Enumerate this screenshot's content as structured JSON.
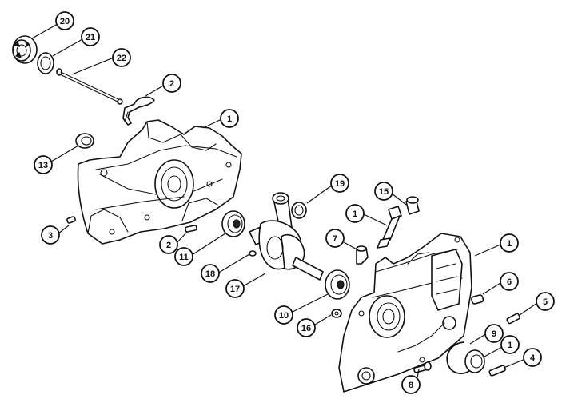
{
  "callouts": {
    "c20": "20",
    "c21": "21",
    "c22": "22",
    "c2a": "2",
    "c1a": "1",
    "c13": "13",
    "c19": "19",
    "c15": "15",
    "c1b": "1",
    "c3": "3",
    "c2b": "2",
    "c11": "11",
    "c7": "7",
    "c1c": "1",
    "c18": "18",
    "c17": "17",
    "c6": "6",
    "c5": "5",
    "c10": "10",
    "c16": "16",
    "c9": "9",
    "c1d": "1",
    "c4": "4",
    "c8": "8"
  }
}
